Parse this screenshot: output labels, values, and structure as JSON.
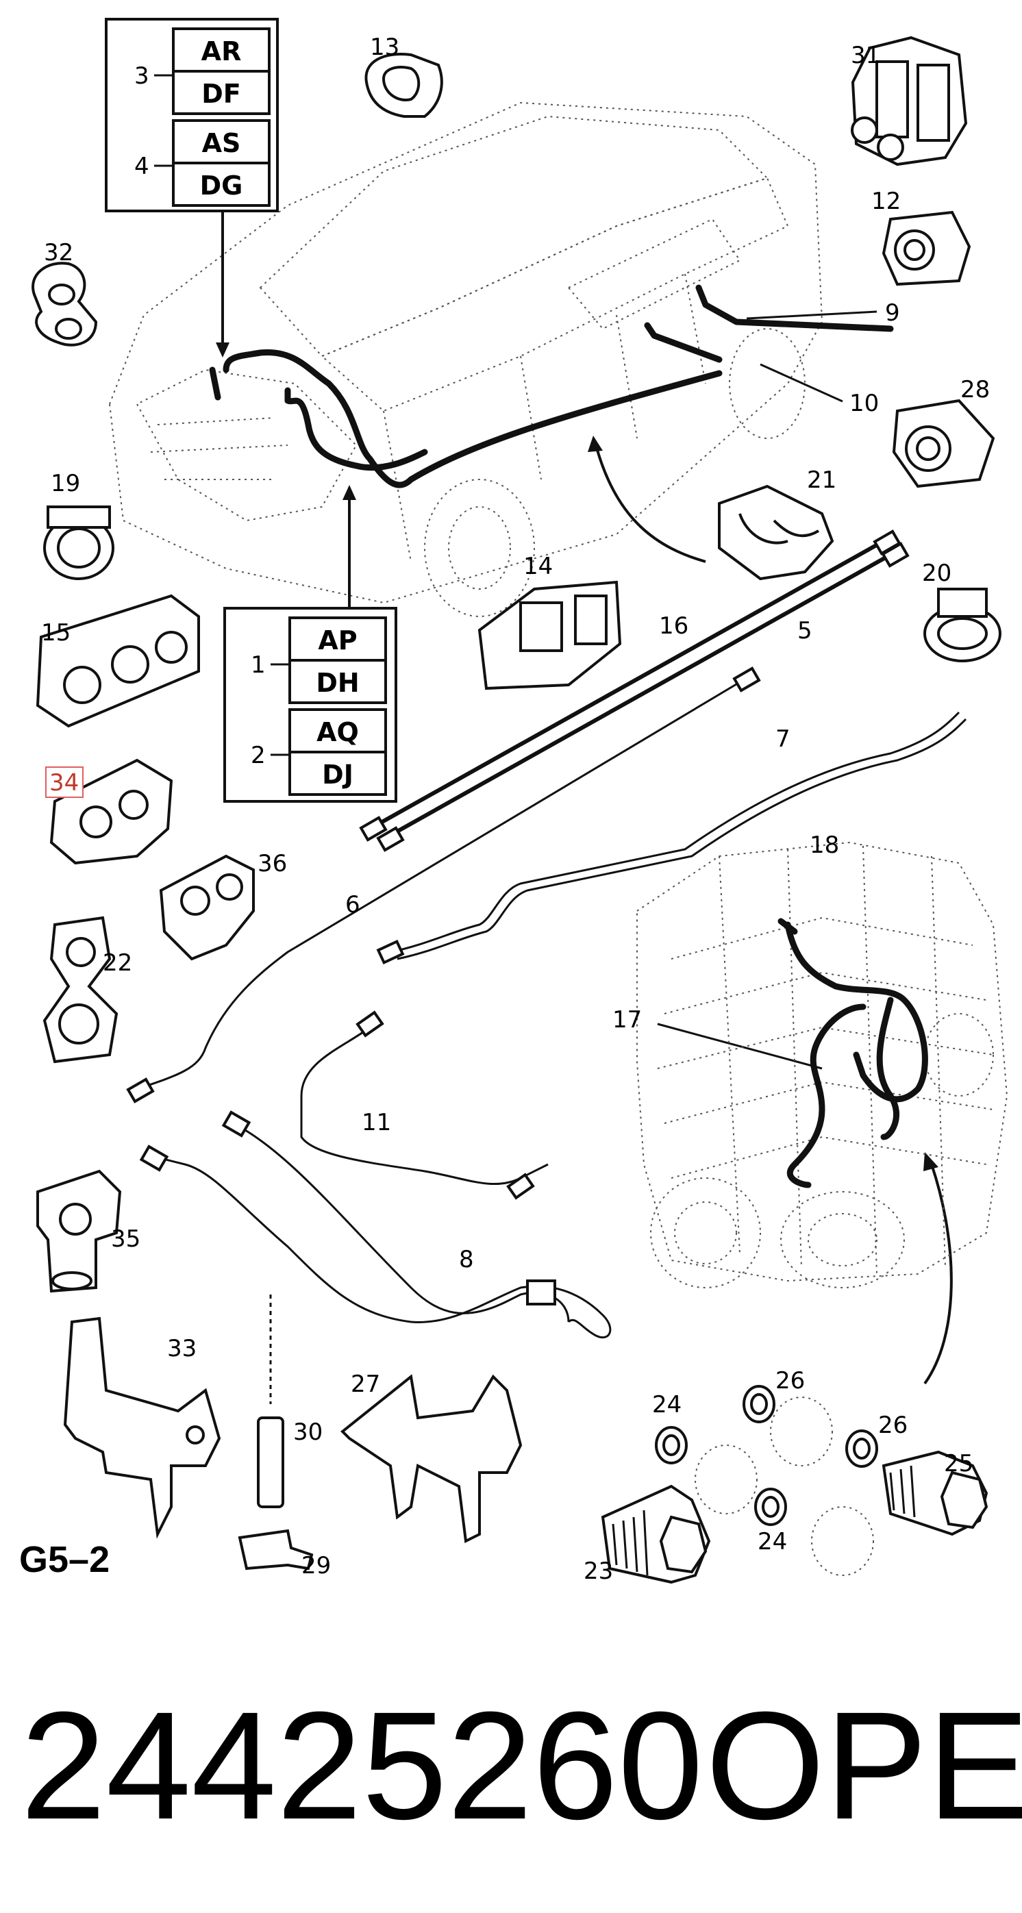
{
  "figure_code": "G5–2",
  "part_number": "24425260",
  "brand": "OPEL",
  "highlighted_callout": "34",
  "code_boxes": {
    "top": [
      {
        "row": "3",
        "codes": [
          "AR",
          "DF"
        ]
      },
      {
        "row": "4",
        "codes": [
          "AS",
          "DG"
        ]
      }
    ],
    "bottom": [
      {
        "row": "1",
        "codes": [
          "AP",
          "DH"
        ]
      },
      {
        "row": "2",
        "codes": [
          "AQ",
          "DJ"
        ]
      }
    ]
  },
  "callouts": [
    "13",
    "31",
    "32",
    "12",
    "9",
    "10",
    "28",
    "19",
    "21",
    "15",
    "14",
    "20",
    "16",
    "5",
    "7",
    "36",
    "18",
    "6",
    "22",
    "17",
    "11",
    "35",
    "8",
    "33",
    "30",
    "27",
    "26",
    "24",
    "25",
    "29",
    "23"
  ],
  "colors": {
    "ink": "#111111",
    "highlight": "#c0392b",
    "background": "#ffffff"
  }
}
